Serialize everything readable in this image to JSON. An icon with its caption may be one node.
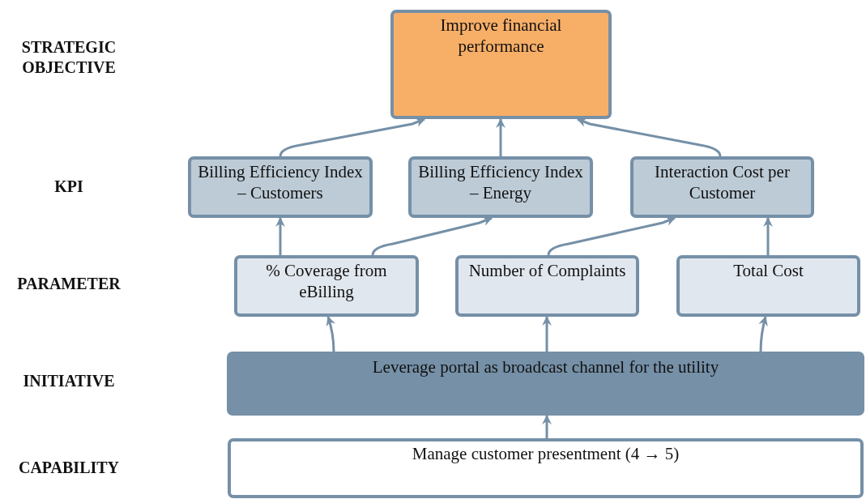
{
  "diagram": {
    "nodes": [
      {
        "text": [
          "Improve financial performance"
        ]
      },
      {
        "text": [
          "Billing Efficiency Index – Customers"
        ]
      },
      {
        "text": [
          "Billing Efficiency Index – Energy"
        ]
      },
      {
        "text": [
          "Interaction Cost per Customer"
        ]
      },
      {
        "text": [
          "% Coverage from eBilling"
        ]
      },
      {
        "text": [
          "Number of Complaints"
        ]
      },
      {
        "text": [
          "Total Cost"
        ]
      },
      {
        "text": [
          "Leverage portal as broadcast channel for the utility"
        ]
      },
      {
        "text": [
          "Manage customer presentment (4 → 5)"
        ]
      }
    ],
    "edges": [
      {
        "from": 8,
        "to": 7,
        "arrow": "to"
      },
      {
        "from": 7,
        "to": 4,
        "arrow": "to"
      },
      {
        "from": 7,
        "to": 5,
        "arrow": "to"
      },
      {
        "from": 7,
        "to": 6,
        "arrow": "to"
      },
      {
        "from": 4,
        "to": 1,
        "arrow": "to"
      },
      {
        "from": 4,
        "to": 2,
        "arrow": "to"
      },
      {
        "from": 5,
        "to": 3,
        "arrow": "to"
      },
      {
        "from": 6,
        "to": 3,
        "arrow": "to"
      },
      {
        "from": 1,
        "to": 0,
        "arrow": "to"
      },
      {
        "from": 2,
        "to": 0,
        "arrow": "to"
      },
      {
        "from": 3,
        "to": 0,
        "arrow": "to"
      }
    ],
    "labels": [
      "STRATEGIC OBJECTIVE",
      "KPI",
      "PARAMETER",
      "INITIATIVE",
      "CAPABILITY"
    ]
  }
}
